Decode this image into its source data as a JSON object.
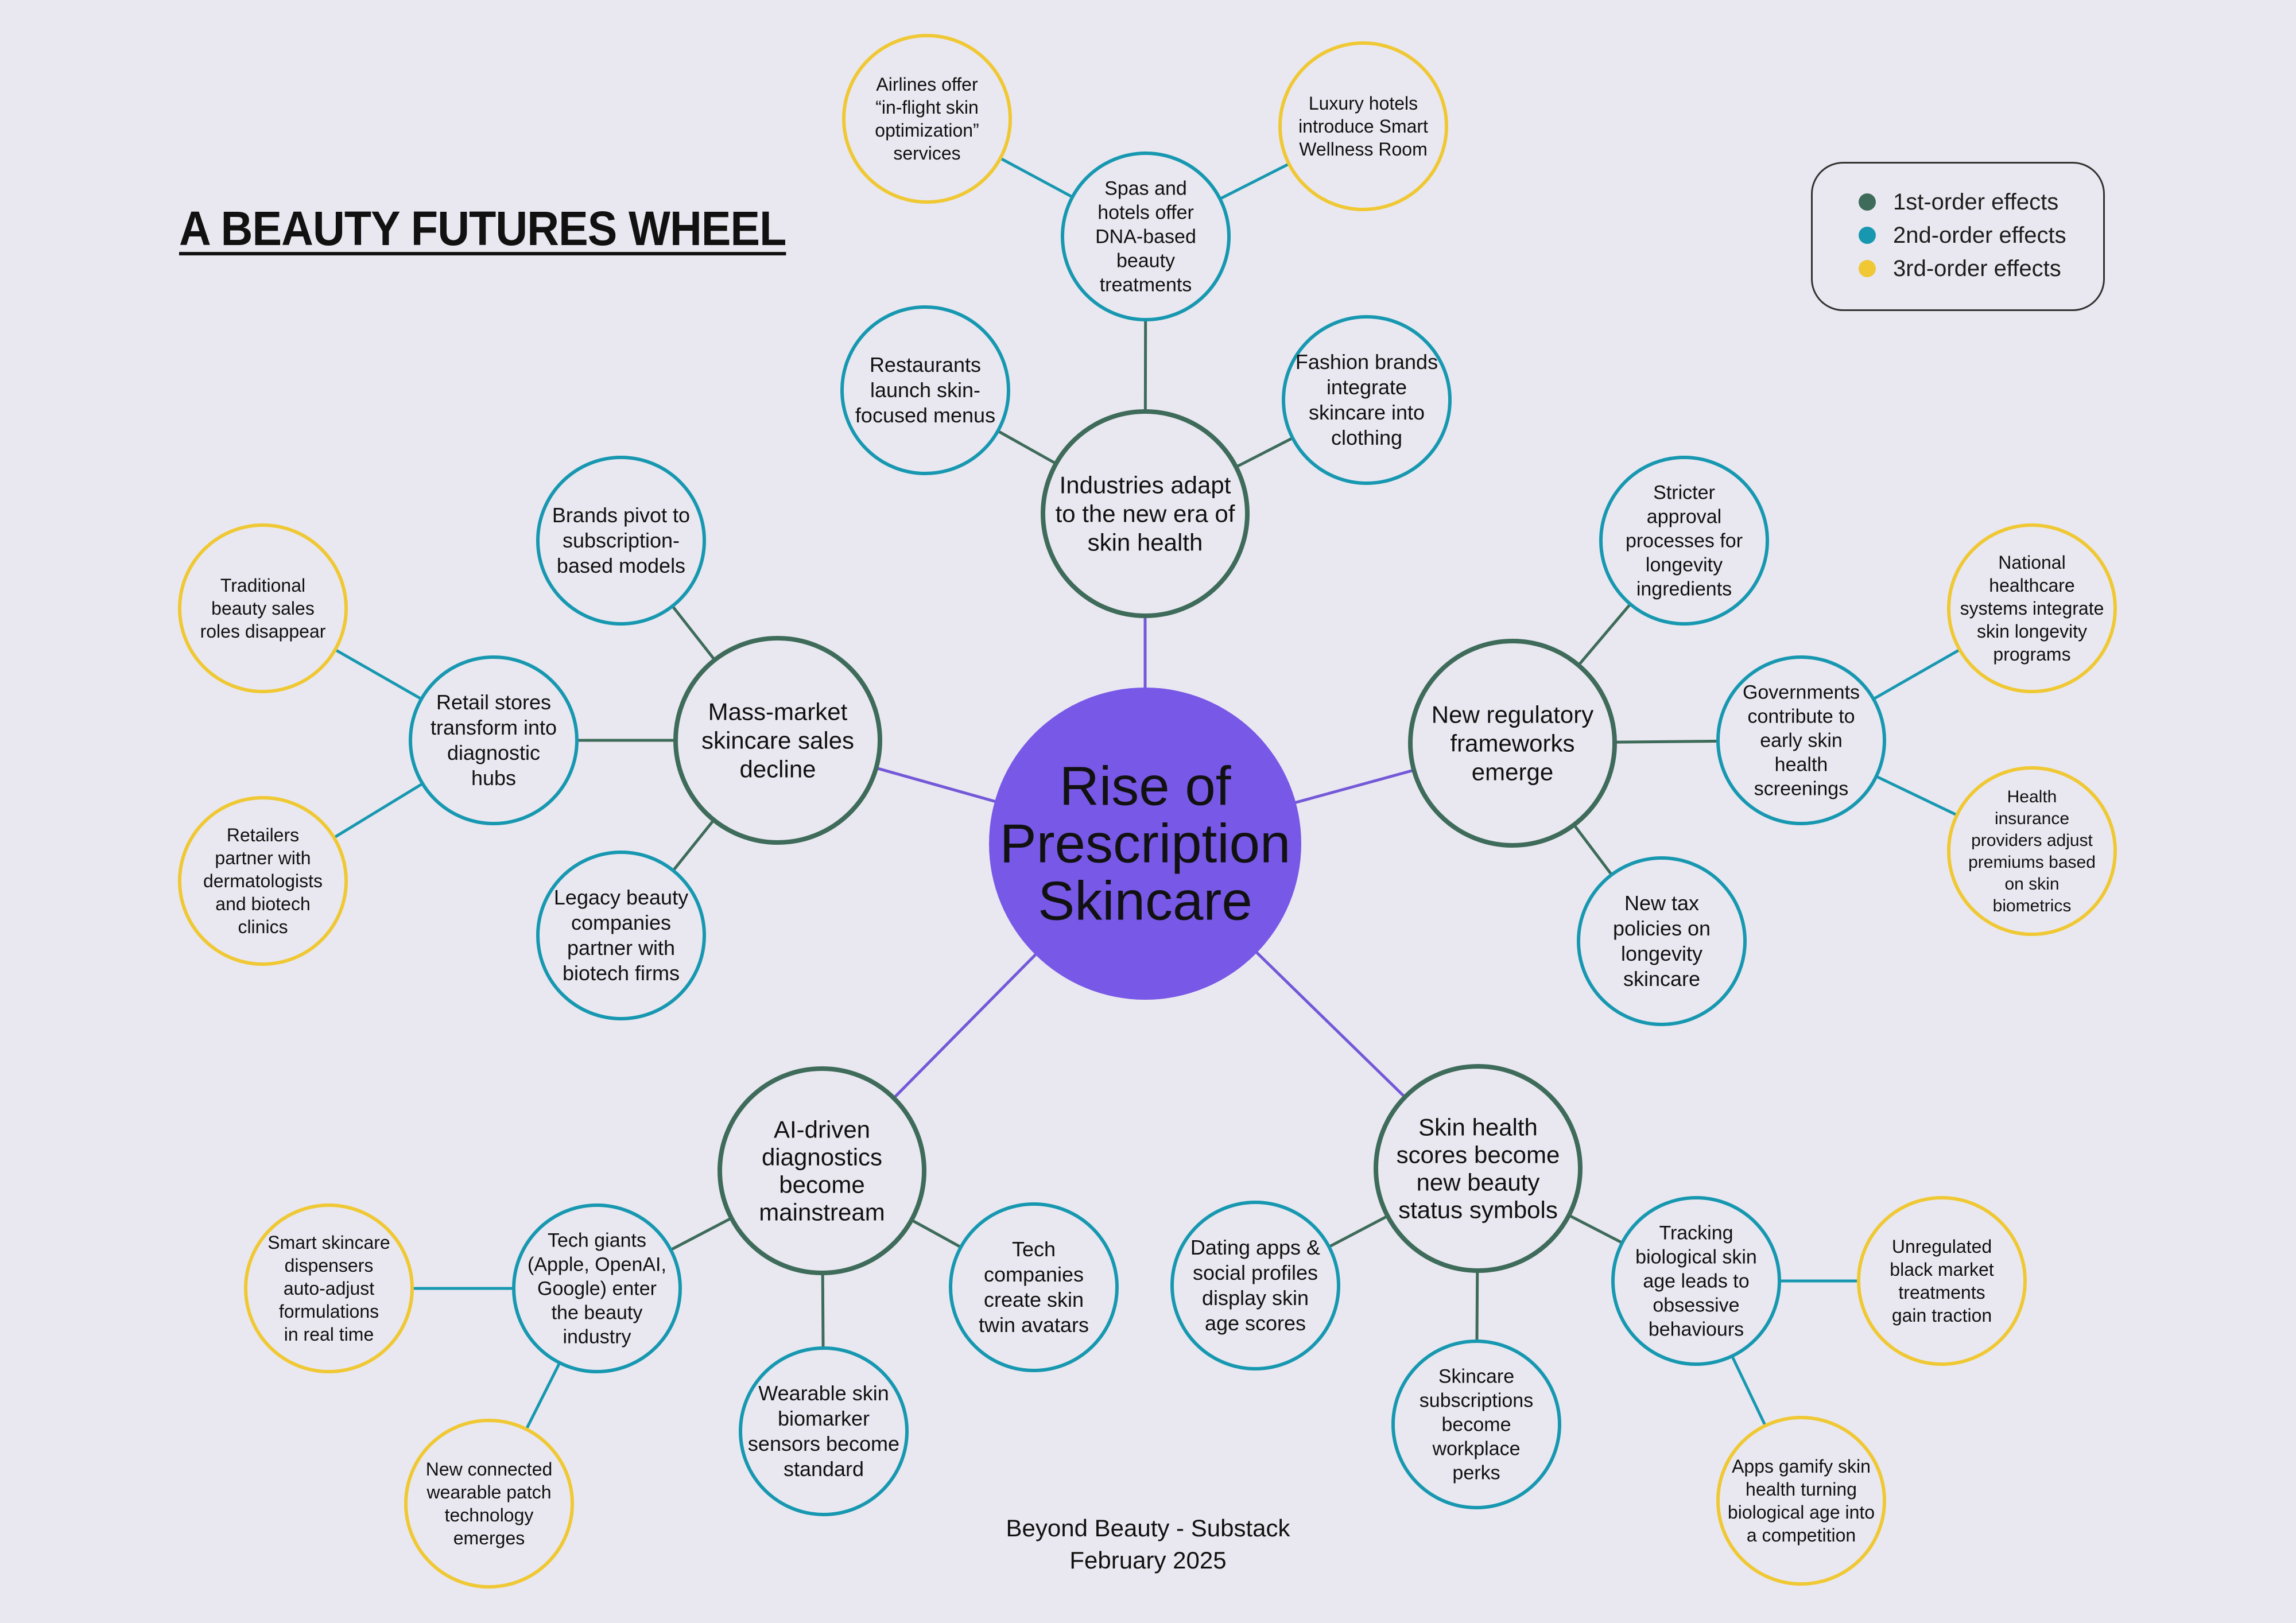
{
  "title": "A BEAUTY FUTURES WHEEL",
  "legend": [
    {
      "label": "1st-order effects",
      "color": "#3e6b5a"
    },
    {
      "label": "2nd-order effects",
      "color": "#1798b0"
    },
    {
      "label": "3rd-order effects",
      "color": "#efc834"
    }
  ],
  "colors": {
    "center_fill": "#7858e6",
    "center_link": "#7358d8",
    "first_order": "#3e6b5a",
    "second_order": "#1798b0",
    "third_order": "#efc834",
    "node_fill": "#e9e8f0",
    "background": "#e9e8f0"
  },
  "center": {
    "lines": [
      "Rise of",
      "Prescription",
      "Skincare"
    ]
  },
  "branches": [
    {
      "id": "industries",
      "lines": [
        "Industries adapt",
        "to the new era of",
        "skin health"
      ],
      "children": [
        {
          "lines": [
            "Spas and",
            "hotels offer",
            "DNA-based",
            "beauty",
            "treatments"
          ],
          "children": [
            {
              "lines": [
                "Airlines offer",
                "“in-flight skin",
                "optimization”",
                "services"
              ]
            },
            {
              "lines": [
                "Luxury hotels",
                "introduce Smart",
                "Wellness Room"
              ]
            }
          ]
        },
        {
          "lines": [
            "Restaurants",
            "launch skin-",
            "focused menus"
          ],
          "children": []
        },
        {
          "lines": [
            "Fashion brands",
            "integrate",
            "skincare into",
            "clothing"
          ],
          "children": []
        }
      ]
    },
    {
      "id": "mass-market",
      "lines": [
        "Mass-market",
        "skincare sales",
        "decline"
      ],
      "children": [
        {
          "lines": [
            "Brands pivot to",
            "subscription-",
            "based models"
          ],
          "children": []
        },
        {
          "lines": [
            "Retail stores",
            "transform into",
            "diagnostic",
            "hubs"
          ],
          "children": [
            {
              "lines": [
                "Traditional",
                "beauty sales",
                "roles disappear"
              ]
            },
            {
              "lines": [
                "Retailers",
                "partner with",
                "dermatologists",
                "and biotech",
                "clinics"
              ]
            }
          ]
        },
        {
          "lines": [
            "Legacy beauty",
            "companies",
            "partner with",
            "biotech firms"
          ],
          "children": []
        }
      ]
    },
    {
      "id": "regulatory",
      "lines": [
        "New regulatory",
        "frameworks",
        "emerge"
      ],
      "children": [
        {
          "lines": [
            "Stricter",
            "approval",
            "processes for",
            "longevity",
            "ingredients"
          ],
          "children": []
        },
        {
          "lines": [
            "Governments",
            "contribute to",
            "early skin",
            "health",
            "screenings"
          ],
          "children": [
            {
              "lines": [
                "National",
                "healthcare",
                "systems integrate",
                "skin longevity",
                "programs"
              ]
            },
            {
              "lines": [
                "Health",
                "insurance",
                "providers adjust",
                "premiums based",
                "on skin",
                "biometrics"
              ]
            }
          ]
        },
        {
          "lines": [
            "New tax",
            "policies on",
            "longevity",
            "skincare"
          ],
          "children": []
        }
      ]
    },
    {
      "id": "ai-diagnostics",
      "lines": [
        "AI-driven",
        "diagnostics",
        "become",
        "mainstream"
      ],
      "children": [
        {
          "lines": [
            "Tech giants",
            "(Apple, OpenAI,",
            "Google) enter",
            "the beauty",
            "industry"
          ],
          "children": [
            {
              "lines": [
                "Smart skincare",
                "dispensers",
                "auto-adjust",
                "formulations",
                "in real time"
              ]
            },
            {
              "lines": [
                "New  connected",
                "wearable patch",
                "technology",
                "emerges"
              ]
            }
          ]
        },
        {
          "lines": [
            "Wearable skin",
            "biomarker",
            "sensors become",
            "standard"
          ],
          "children": []
        },
        {
          "lines": [
            "Tech",
            "companies",
            "create skin",
            "twin avatars"
          ],
          "children": []
        }
      ]
    },
    {
      "id": "skin-scores",
      "lines": [
        "Skin health",
        "scores become",
        "new beauty",
        "status symbols"
      ],
      "children": [
        {
          "lines": [
            "Dating apps &",
            "social profiles",
            "display skin",
            "age scores"
          ],
          "children": []
        },
        {
          "lines": [
            "Skincare",
            "subscriptions",
            "become",
            "workplace",
            "perks"
          ],
          "children": []
        },
        {
          "lines": [
            "Tracking",
            "biological skin",
            "age leads to",
            "obsessive",
            "behaviours"
          ],
          "children": [
            {
              "lines": [
                "Unregulated",
                "black market",
                "treatments",
                "gain traction"
              ]
            },
            {
              "lines": [
                "Apps gamify skin",
                "health turning",
                "biological age into",
                "a competition"
              ]
            }
          ]
        }
      ]
    }
  ],
  "footer": {
    "line1": "Beyond Beauty - Substack",
    "line2": "February 2025"
  }
}
